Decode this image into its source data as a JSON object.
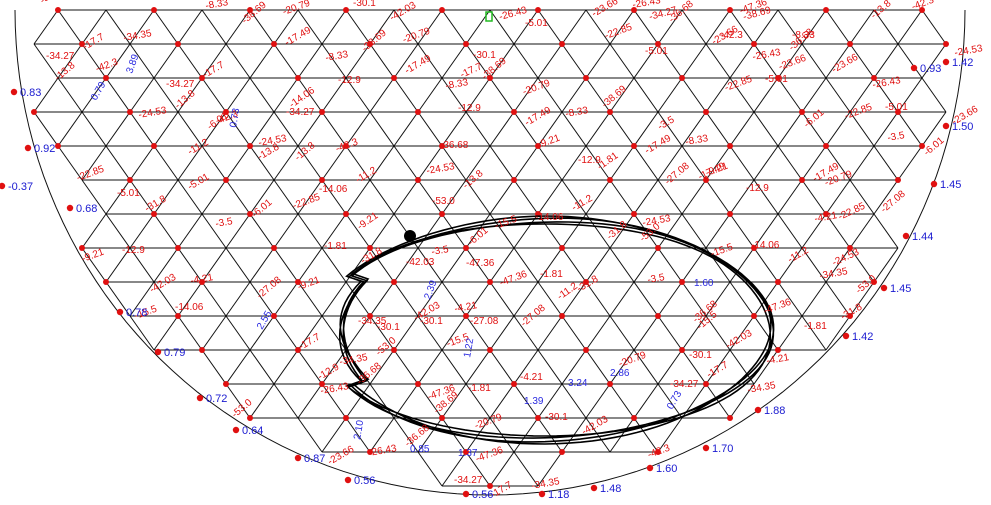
{
  "boundary_labels": [
    "1.42",
    "0.93",
    "1.50",
    "1.45",
    "1.44",
    "1.45",
    "1.42",
    "1.88",
    "1.70",
    "1.60",
    "1.48",
    "1.18",
    "0.56",
    "0.56",
    "0.87",
    "0.64",
    "0.72",
    "0.79",
    "0.78",
    "0.68",
    "-0.37",
    "0.92",
    "0.83"
  ],
  "inner_blue_labels": [
    "0.79",
    "3.24",
    "1.39",
    "2.86",
    "1.60",
    "1.22",
    "2.39",
    "3.89",
    "2.55",
    "0.73",
    "0.73",
    "2.10",
    "0.85",
    "1.37"
  ],
  "red_labels": [
    "-53.0",
    "-42.03",
    "-47.36",
    "-34.35",
    "-30.1",
    "-36.68",
    "-17.7",
    "-20.79",
    "-26.43",
    "-34.27",
    "-38.69",
    "-23.66",
    "-42.3",
    "-8.33",
    "-5.01",
    "-13.8",
    "-17.49",
    "-22.85",
    "-24.53",
    "-12.9",
    "-6.01",
    "-11.2",
    "-9.21",
    "-3.5",
    "-14.06",
    "-27.08",
    "-31.8",
    "-15.5",
    "-4.21",
    "-1.81"
  ],
  "colors": {
    "mesh": "#111111",
    "node": "#e01010",
    "load_label": "#e01010",
    "boundary_label": "#1a1ad0",
    "trace": "#000000",
    "top_marker": "#22bb22"
  }
}
